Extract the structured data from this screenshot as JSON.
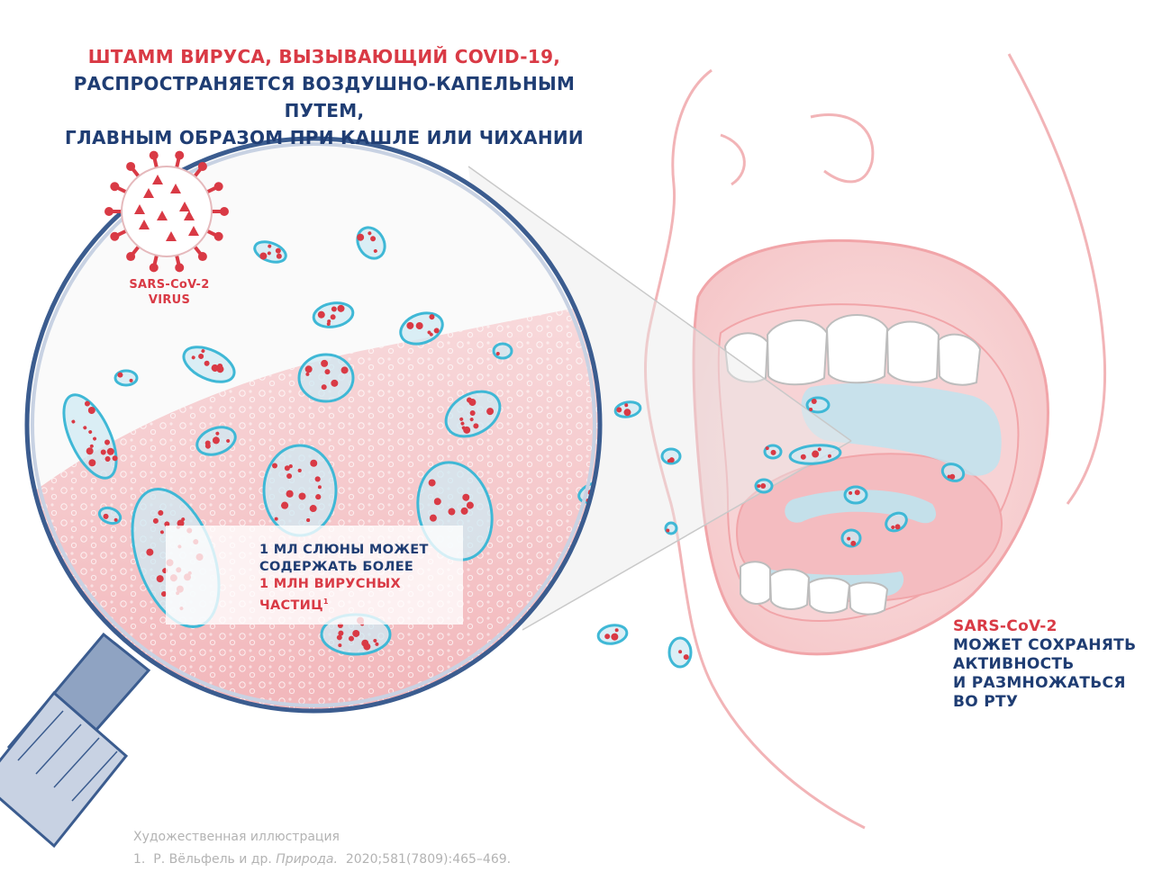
{
  "headline": {
    "line1": "ШТАММ ВИРУСА, ВЫЗЫВАЮЩИЙ COVID-19,",
    "line2": "РАСПРОСТРАНЯЕТСЯ ВОЗДУШНО-КАПЕЛЬНЫМ ПУТЕМ,",
    "line3": "ГЛАВНЫМ ОБРАЗОМ ПРИ КАШЛЕ ИЛИ ЧИХАНИИ"
  },
  "virus_label": {
    "line1": "SARS-CoV-2",
    "line2": "VIRUS"
  },
  "saliva_note": {
    "line1": "1 МЛ СЛЮНЫ МОЖЕТ",
    "line2": "СОДЕРЖАТЬ БОЛЕЕ",
    "line3": "1 МЛН ВИРУСНЫХ",
    "line4": "ЧАСТИЦ",
    "sup": "1"
  },
  "mouth_note": {
    "line1": "SARS-CoV-2",
    "line2": "МОЖЕТ СОХРАНЯТЬ",
    "line3": "АКТИВНОСТЬ",
    "line4": "И РАЗМНОЖАТЬСЯ",
    "line5": "ВО РТУ"
  },
  "footnote": {
    "caption": "Художественная иллюстрация",
    "ref_number": "1.",
    "ref_authors": "Р. Вёльфель и др.",
    "ref_journal": "Природа.",
    "ref_details": "2020;581(7809):465–469."
  },
  "colors": {
    "accent_red": "#d93a45",
    "navy": "#1f3d73",
    "droplet_outline": "#3fb8d6",
    "droplet_fill": "#cfeaf3",
    "tissue_pink": "#f6c9cc",
    "face_line": "#ef9aa0",
    "lens_rim": "#3b5c8f",
    "footnote_gray": "#b3b3b3"
  },
  "icons": [
    "sars-cov-2-virus-icon",
    "magnifying-glass",
    "saliva-droplet",
    "open-mouth-face"
  ]
}
